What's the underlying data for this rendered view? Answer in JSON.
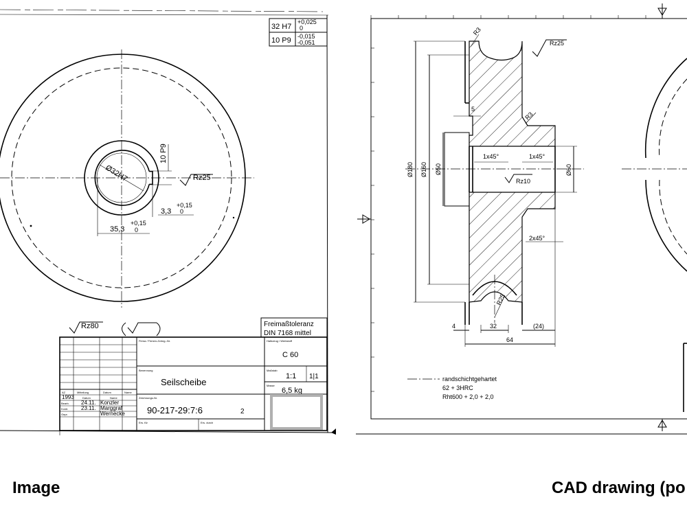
{
  "captions": {
    "left": "Image",
    "right": "CAD drawing (po"
  },
  "scan": {
    "tolerance_table": [
      {
        "fit": "32 H7",
        "upper": "+0,025",
        "lower": "0"
      },
      {
        "fit": "10 P9",
        "upper": "-0,015",
        "lower": "-0,051"
      }
    ],
    "bore_dia": "Ø32H7",
    "keyway_width": "10 P9",
    "roughness": "Rz25",
    "keyway_depth": {
      "nominal": "3,3",
      "upper": "+0,15",
      "lower": "0"
    },
    "hub_dim": {
      "nominal": "35,3",
      "upper": "+0,15",
      "lower": "0"
    },
    "surface_note": "Rz80",
    "general_tolerance": {
      "line1": "Freimaßtoleranz",
      "line2": "DIN 7168 mittel"
    },
    "title_block": {
      "company_label": "Firma / Firmen-Zchng.-Nr.",
      "material_label": "Halbzeug / Werkstoff",
      "material": "C 60",
      "name_label": "Benennung",
      "part_name": "Seilscheibe",
      "scale_label": "Maßstab",
      "scale": "1:1",
      "sheet": "1|1",
      "mass_label": "Masse",
      "mass": "6,5 kg",
      "drawing_no_label": "Zeichnungs-Nr.",
      "drawing_no": "90-217-29:7:6",
      "version": "2",
      "replaced_for": "Ers. für",
      "replaced_by": "Ers. durch",
      "rev_headers": [
        "AZ",
        "Mitteilung",
        "Datum",
        "Name"
      ],
      "year": "1993",
      "sign_headers": [
        "Datum",
        "Name"
      ],
      "sign_rows": [
        {
          "role": "Bearb.",
          "date": "24.11.",
          "name": "Konzler"
        },
        {
          "role": "Kontr.",
          "date": "23.11.",
          "name": "Marggraf"
        },
        {
          "role": "Gepr.",
          "date": "",
          "name": "Wernecke"
        }
      ]
    }
  },
  "cad": {
    "radius_top_left": "R3",
    "roughness_rim": "Rz25",
    "radius_hub": "R3",
    "dim_5": "5",
    "dia_180": "Ø180",
    "dia_160": "Ø160",
    "dia_50": "Ø50",
    "dia_60": "Ø60",
    "chamfer_left": "1x45°",
    "chamfer_right": "1x45°",
    "roughness_bore": "Rz10",
    "chamfer_hub": "2x45°",
    "groove_radius": "R25",
    "dim_4": "4",
    "dim_32": "32",
    "dim_24": "(24)",
    "dim_64": "64",
    "legend": {
      "line1": "randschichtgehartet",
      "line2": "62 + 3HRC",
      "line3": "Rht600 + 2,0 + 2,0"
    }
  }
}
